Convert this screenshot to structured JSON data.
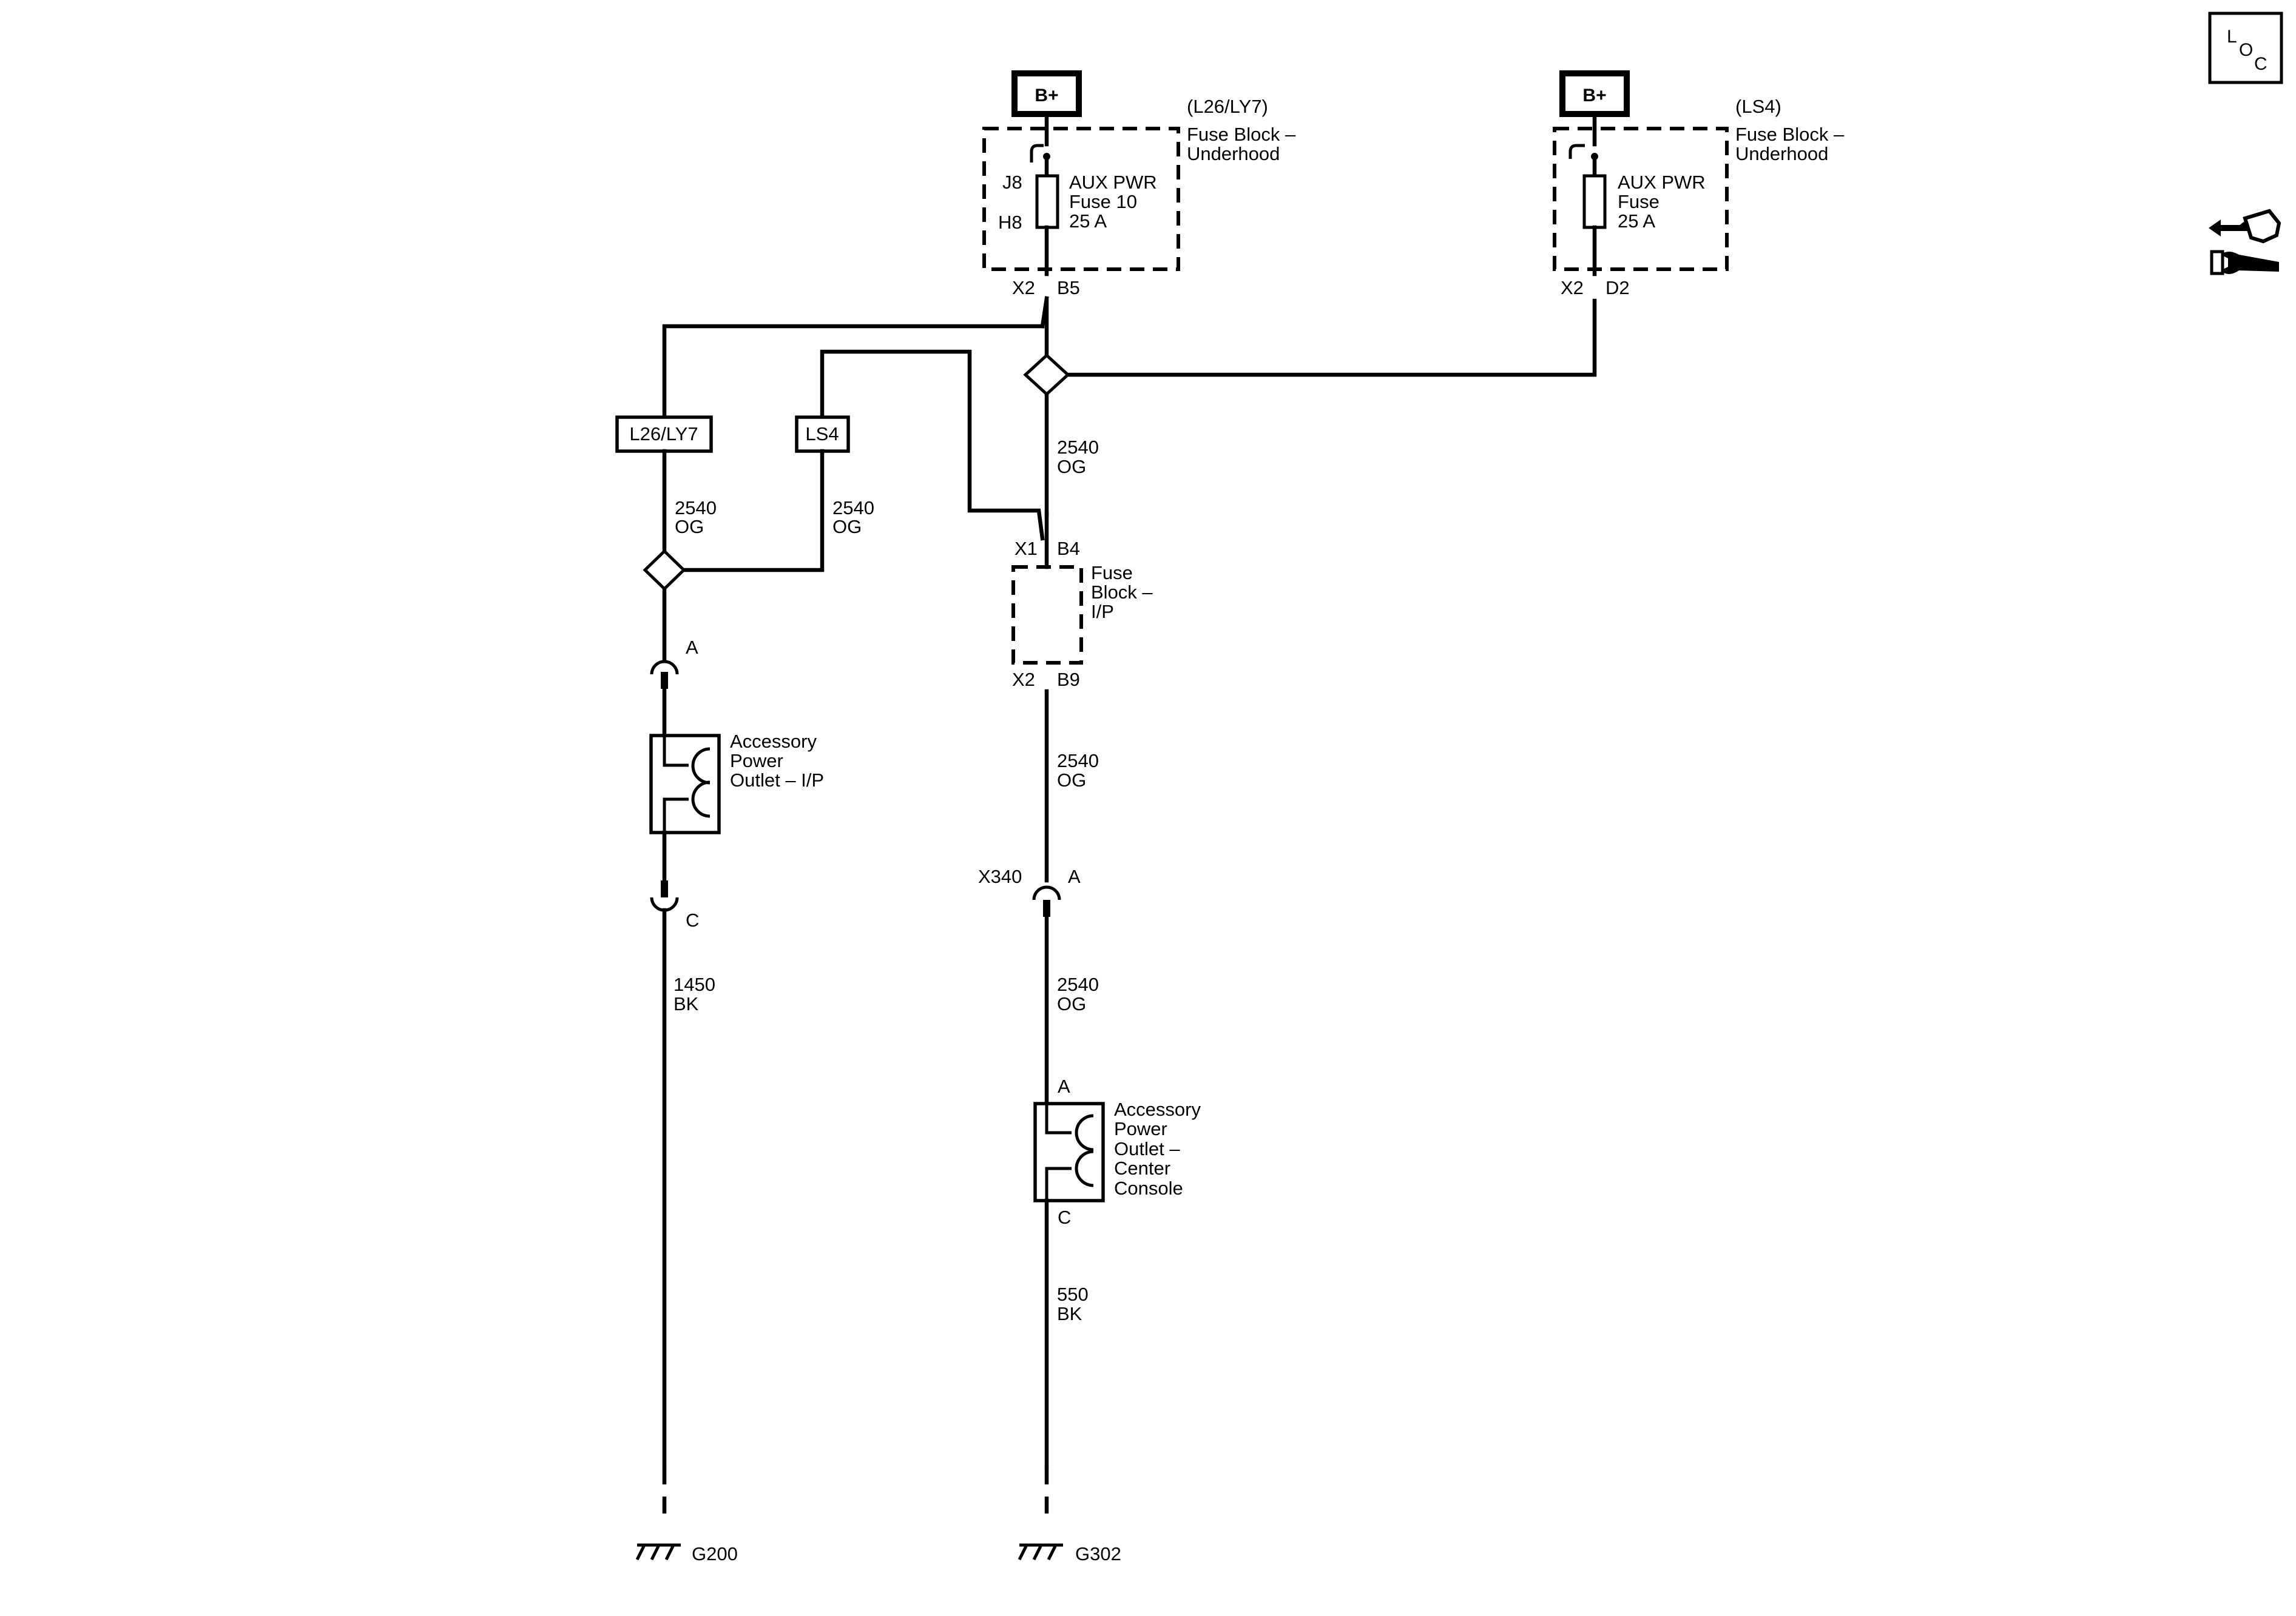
{
  "fuses": {
    "left": {
      "power_label": "B+",
      "option": "(L26/LY7)",
      "block_name_1": "Fuse Block –",
      "block_name_2": "Underhood",
      "pin_top": "J8",
      "pin_bottom": "H8",
      "fuse_name_1": "AUX PWR",
      "fuse_name_2": "Fuse 10",
      "fuse_rating": "25 A",
      "connector": "X2",
      "terminal": "B5"
    },
    "right": {
      "power_label": "B+",
      "option": "(LS4)",
      "block_name_1": "Fuse Block –",
      "block_name_2": "Underhood",
      "fuse_name_1": "AUX PWR",
      "fuse_name_2": "Fuse",
      "fuse_rating": "25 A",
      "connector": "X2",
      "terminal": "D2"
    }
  },
  "option_boxes": {
    "l26": "L26/LY7",
    "ls4": "LS4"
  },
  "wires": {
    "l26_circuit": "2540",
    "l26_color": "OG",
    "ls4_circuit": "2540",
    "ls4_color": "OG",
    "main_circuit": "2540",
    "main_color": "OG",
    "after_ip_circuit": "2540",
    "after_ip_color": "OG",
    "after_x340_circuit": "2540",
    "after_x340_color": "OG",
    "ip_ground_circuit": "1450",
    "ip_ground_color": "BK",
    "console_ground_circuit": "550",
    "console_ground_color": "BK"
  },
  "ip_fuse_block": {
    "connector_in": "X1",
    "terminal_in": "B4",
    "name_1": "Fuse",
    "name_2": "Block –",
    "name_3": "I/P",
    "connector_out": "X2",
    "terminal_out": "B9"
  },
  "ip_outlet": {
    "pin_in": "A",
    "pin_out": "C",
    "name_1": "Accessory",
    "name_2": "Power",
    "name_3": "Outlet – I/P"
  },
  "x340": {
    "connector": "X340",
    "pin": "A"
  },
  "console_outlet": {
    "pin_in": "A",
    "pin_out": "C",
    "name_1": "Accessory",
    "name_2": "Power",
    "name_3": "Outlet –",
    "name_4": "Center",
    "name_5": "Console"
  },
  "grounds": {
    "left": "G200",
    "right": "G302"
  },
  "loc_button": {
    "l": "L",
    "o": "O",
    "c": "C"
  },
  "icons": {
    "loc": "loc-button-icon",
    "tools": "connector-tools-icon"
  }
}
